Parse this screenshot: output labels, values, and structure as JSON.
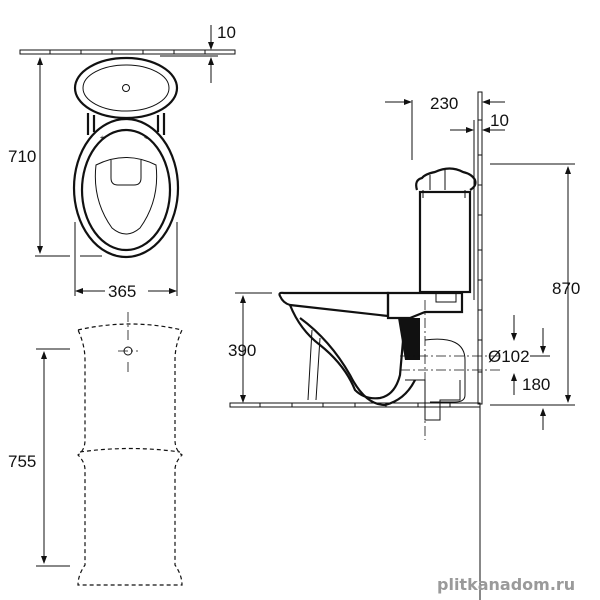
{
  "dimensions": {
    "top_view": {
      "depth": "710",
      "width": "365",
      "wall_gap": "10"
    },
    "pedestal_view": {
      "height": "755"
    },
    "side_view": {
      "tank_depth": "230",
      "wall_gap": "10",
      "rim_height": "390",
      "total_height": "870",
      "outlet_diameter": "Ø102",
      "outlet_height": "180"
    }
  },
  "watermark": "plitkanadom.ru"
}
